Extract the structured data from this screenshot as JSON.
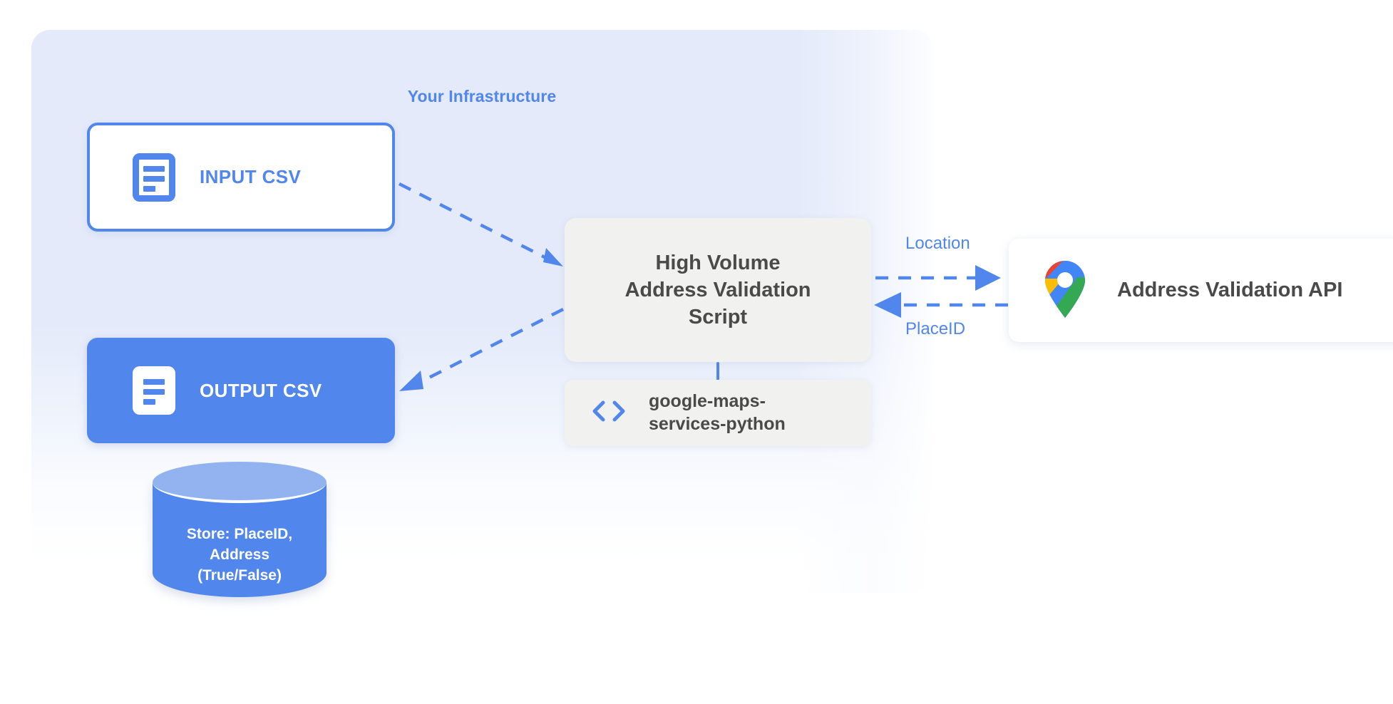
{
  "diagram": {
    "title": "Your Infrastructure",
    "accent_blue": "#5186ec",
    "panel_bg": "#e4eafa",
    "box_gray": "#f1f1f0",
    "text_gray": "#4a4a4a"
  },
  "nodes": {
    "input_csv": {
      "label": "INPUT CSV",
      "icon": "document-icon"
    },
    "output_csv": {
      "label": "OUTPUT CSV",
      "icon": "document-icon"
    },
    "script": {
      "label": "High Volume\nAddress Validation\nScript"
    },
    "library": {
      "label": "google-maps-\nservices-python",
      "icon": "code-brackets-icon"
    },
    "api": {
      "label": "Address Validation API",
      "icon": "google-maps-pin-icon"
    },
    "database": {
      "label": "Store: PlaceID,\nAddress\n(True/False)",
      "icon": "cylinder-icon"
    }
  },
  "edges": [
    {
      "name": "input-to-script",
      "label": "",
      "style": "dashed",
      "direction": "right-down"
    },
    {
      "name": "script-to-output",
      "label": "",
      "style": "dashed",
      "direction": "left-down"
    },
    {
      "name": "script-to-api",
      "label": "Location",
      "style": "dashed",
      "direction": "right"
    },
    {
      "name": "api-to-script",
      "label": "PlaceID",
      "style": "dashed",
      "direction": "left"
    },
    {
      "name": "script-to-library",
      "label": "",
      "style": "solid",
      "direction": "down"
    }
  ],
  "edge_labels": {
    "location": "Location",
    "placeid": "PlaceID"
  }
}
